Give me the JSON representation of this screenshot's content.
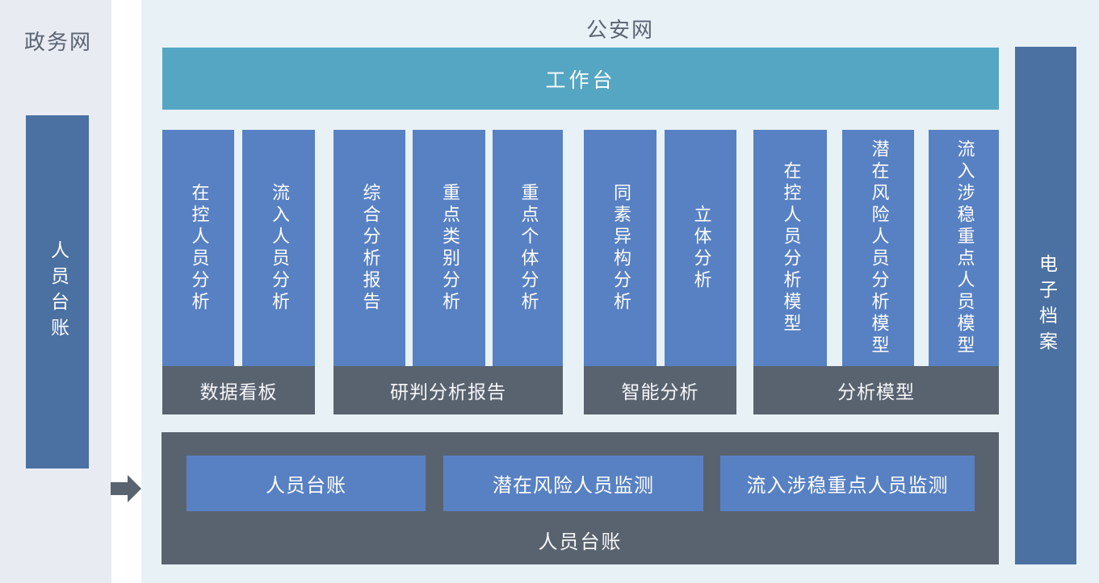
{
  "left_panel": {
    "title": "政务网",
    "bar_label": "人员台账"
  },
  "main_panel": {
    "title": "公安网",
    "workbench_label": "工作台",
    "groups": [
      {
        "label": "数据看板",
        "columns": [
          "在控人员分析",
          "流入人员分析"
        ]
      },
      {
        "label": "研判分析报告",
        "columns": [
          "综合分析报告",
          "重点类别分析",
          "重点个体分析"
        ]
      },
      {
        "label": "智能分析",
        "columns": [
          "同素异构分析",
          "立体分析"
        ]
      },
      {
        "label": "分析模型",
        "columns": [
          "在控人员分析模型",
          "潜在风险人员分析模型",
          "流入涉稳重点人员模型"
        ]
      }
    ],
    "bottom_box": {
      "label": "人员台账",
      "buttons": [
        "人员台账",
        "潜在风险人员监测",
        "流入涉稳重点人员监测"
      ]
    },
    "right_bar_label": "电子档案"
  },
  "icons": {
    "flow_arrow": "right-arrow"
  },
  "colors": {
    "left_panel_bg": "#e9ebf3",
    "main_panel_bg": "#e8f1f6",
    "workbench_teal": "#55a6c3",
    "pillar_blue": "#5881c3",
    "side_bar_blue": "#4b70a2",
    "slate_gray": "#59636f",
    "title_text": "#5a6472",
    "light_text": "#fdfdfd"
  }
}
